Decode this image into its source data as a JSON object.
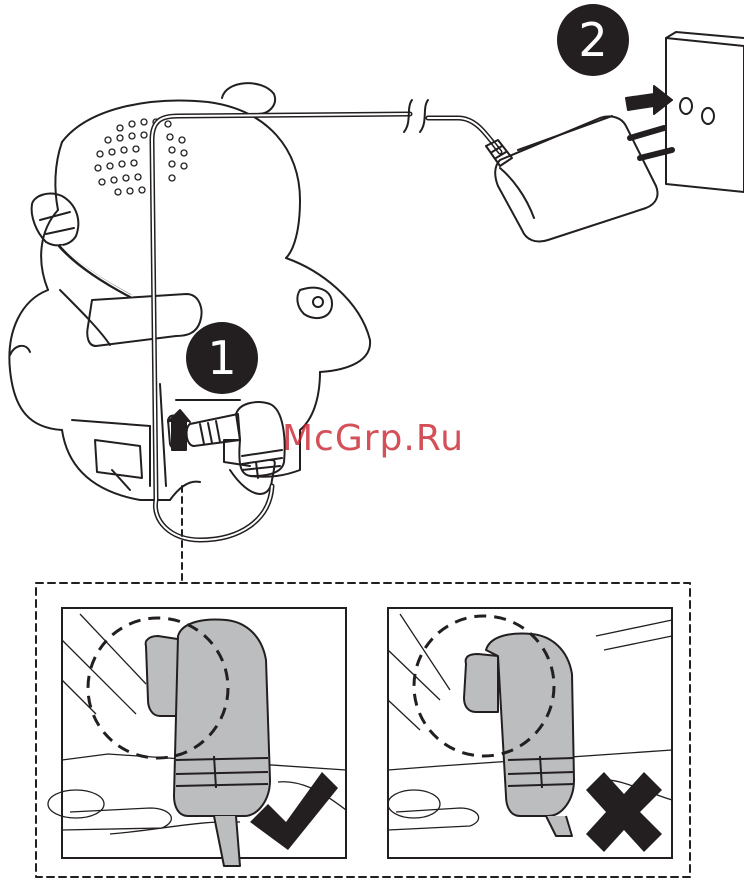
{
  "steps": {
    "step_1": "1",
    "step_2": "2"
  },
  "watermark": "McGrp.Ru",
  "detail_panels": [
    {
      "status": "correct",
      "icon": "checkmark-icon"
    },
    {
      "status": "incorrect",
      "icon": "cross-icon"
    }
  ],
  "colors": {
    "line": "#231f20",
    "plug_gray": "#bcbdbf",
    "badge": "#231f20",
    "watermark": "#c81e28"
  }
}
